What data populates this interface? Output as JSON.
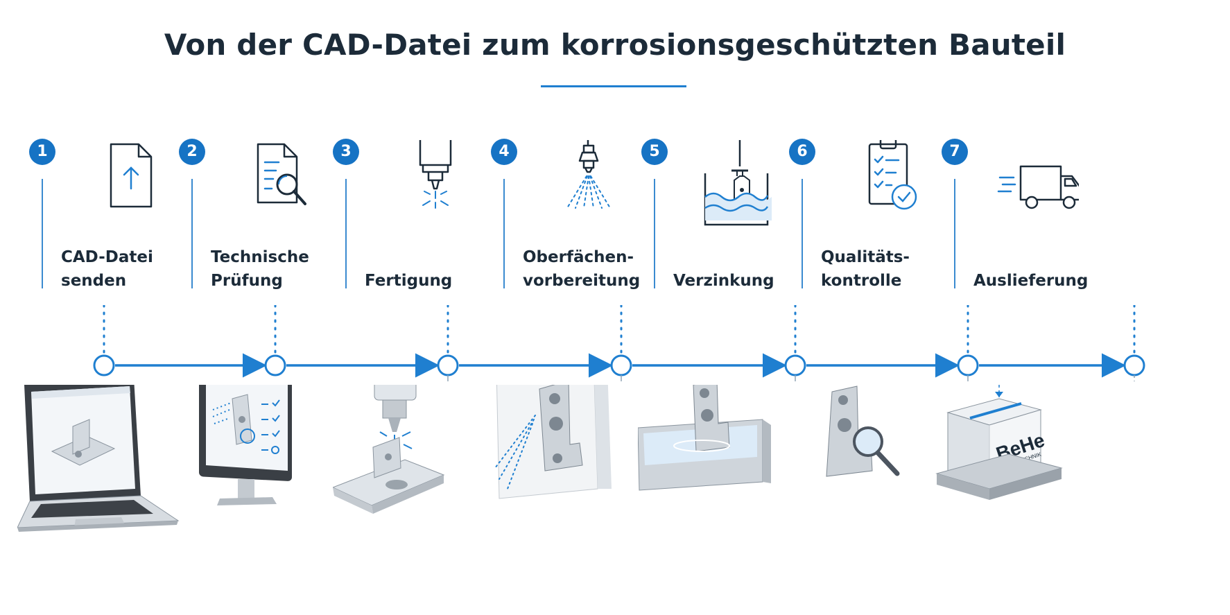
{
  "title": "Von der CAD-Datei zum korrosionsgeschützten Bauteil",
  "steps": [
    {
      "number": "1",
      "label": "CAD-Datei\nsenden",
      "icon": "file-upload-icon"
    },
    {
      "number": "2",
      "label": "Technische\nPrüfung",
      "icon": "document-search-icon"
    },
    {
      "number": "3",
      "label": "Fertigung",
      "icon": "laser-head-icon"
    },
    {
      "number": "4",
      "label": "Oberfächen-\nvorbereitung",
      "icon": "spray-nozzle-icon"
    },
    {
      "number": "5",
      "label": "Verzinkung",
      "icon": "dip-tank-icon"
    },
    {
      "number": "6",
      "label": "Qualitäts-\nkontrolle",
      "icon": "checklist-icon"
    },
    {
      "number": "7",
      "label": "Auslieferung",
      "icon": "truck-icon"
    }
  ],
  "illustrations": [
    "laptop-cad-illustration",
    "monitor-review-illustration",
    "laser-cutting-illustration",
    "surface-prep-illustration",
    "galvanizing-bath-illustration",
    "quality-inspection-illustration",
    "pallet-box-illustration"
  ],
  "box_logo": {
    "brand": "BeHe",
    "sub": "LASERTECHNIK"
  },
  "colors": {
    "accent": "#1673c4",
    "line": "#1f7fd0",
    "text": "#1c2b39",
    "metal": "#b9c0c7"
  }
}
